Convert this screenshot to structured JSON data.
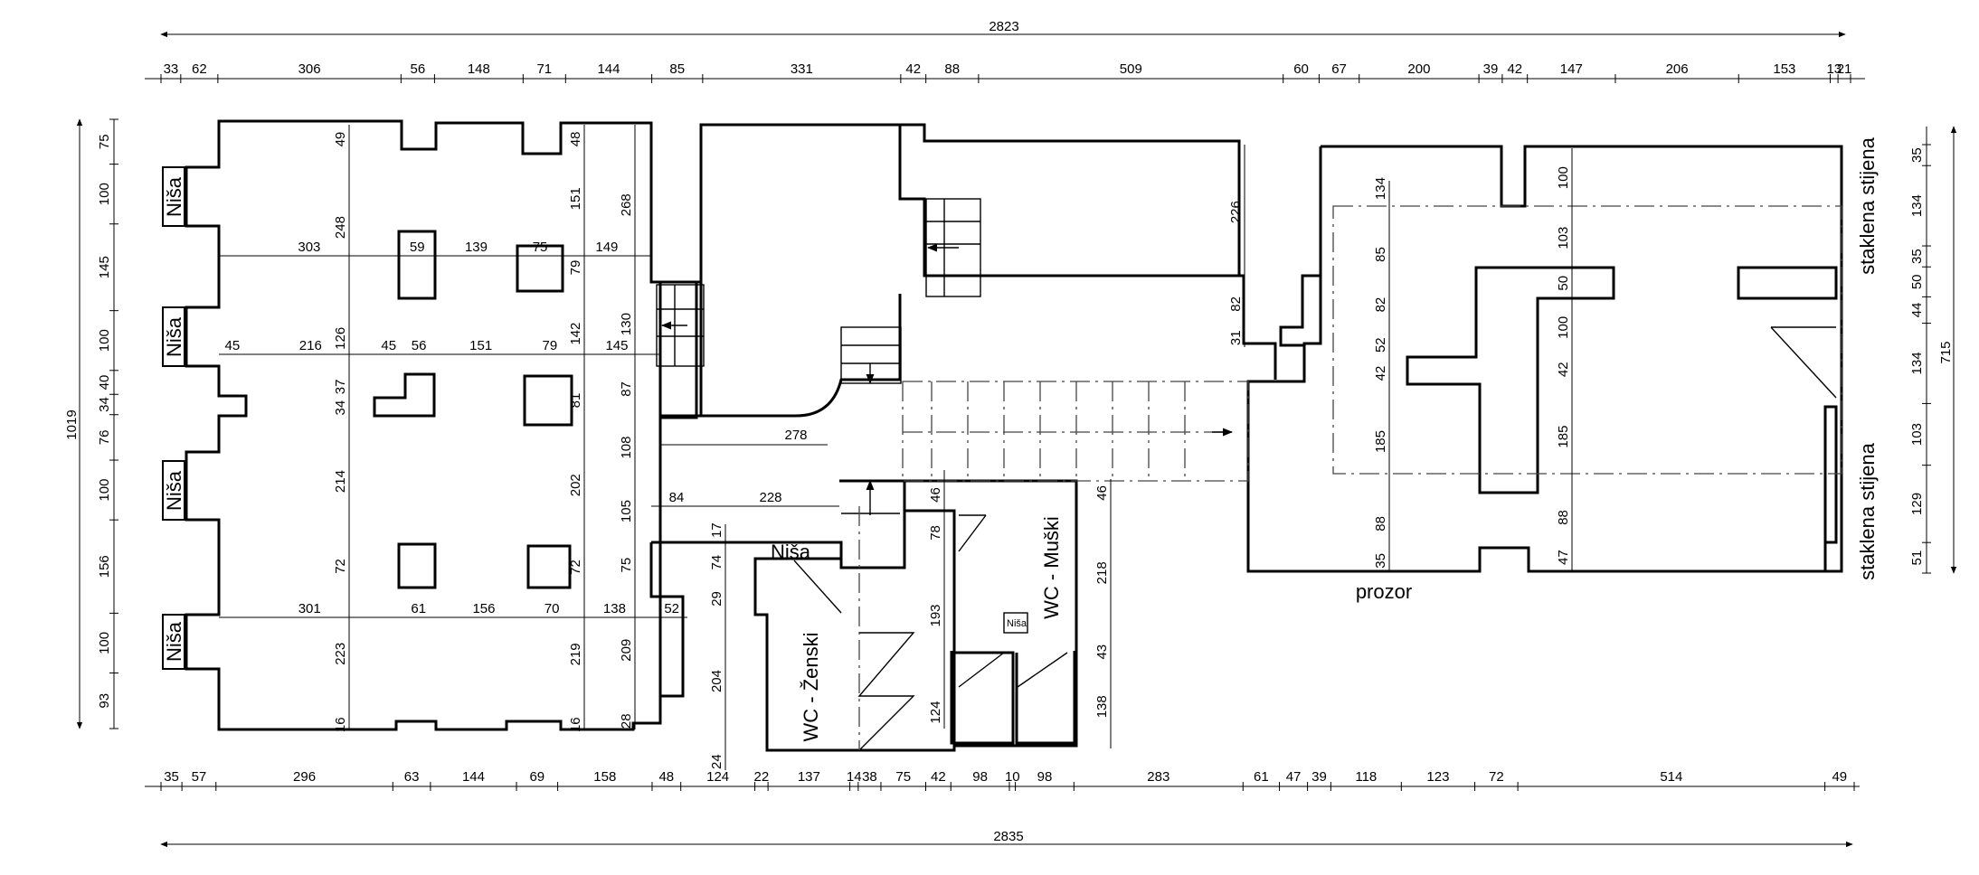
{
  "labels": {
    "nisa": "Niša",
    "wc_zenski": "WC - Ženski",
    "wc_muski": "WC - Muški",
    "prozor": "prozor",
    "staklena_stijena": "staklena stijena"
  },
  "dims": {
    "top_total": "2823",
    "bottom_total": "2835",
    "top_chain": [
      "33",
      "62",
      "306",
      "56",
      "148",
      "71",
      "144",
      "85",
      "331",
      "42",
      "88",
      "509",
      "60",
      "67",
      "200",
      "39",
      "42",
      "147",
      "206",
      "153",
      "13",
      "21"
    ],
    "bottom_chain": [
      "35",
      "57",
      "296",
      "63",
      "144",
      "69",
      "158",
      "48",
      "124",
      "22",
      "137",
      "14",
      "38",
      "75",
      "42",
      "98",
      "10",
      "98",
      "283",
      "61",
      "47",
      "39",
      "118",
      "123",
      "72",
      "514",
      "49"
    ],
    "left_total": "1019",
    "left_chain": [
      "75",
      "100",
      "145",
      "100",
      "40",
      "34",
      "76",
      "100",
      "156",
      "100",
      "93"
    ],
    "right_total": "715",
    "right_chain": [
      "35",
      "134",
      "35",
      "50",
      "44",
      "134",
      "103",
      "129",
      "51"
    ],
    "hall_row1": [
      "303",
      "59",
      "139",
      "75",
      "149"
    ],
    "hall_row2": [
      "45",
      "216",
      "45",
      "56",
      "151",
      "79",
      "145"
    ],
    "hall_row3": [
      "301",
      "61",
      "156",
      "70",
      "138",
      "52"
    ],
    "hall_v1": [
      "49",
      "248",
      "126",
      "37",
      "34",
      "214",
      "72",
      "223",
      "16"
    ],
    "hall_v2": [
      "48",
      "151",
      "79",
      "142",
      "81",
      "202",
      "72",
      "219",
      "16"
    ],
    "hall_v3": [
      "268",
      "130",
      "87",
      "108",
      "105",
      "75",
      "209",
      "28"
    ],
    "stair_width": "278",
    "lower_row": [
      "84",
      "228"
    ],
    "wc_v": [
      "17",
      "74",
      "29",
      "204",
      "24"
    ],
    "wc_v2": [
      "46",
      "78",
      "193",
      "124"
    ],
    "wc_v3": [
      "46",
      "218",
      "43",
      "138"
    ],
    "room_v": [
      "226",
      "82",
      "31"
    ],
    "east_v1": [
      "134",
      "85",
      "82",
      "52",
      "42",
      "185",
      "88",
      "35"
    ],
    "east_v2": [
      "100",
      "103",
      "50",
      "100",
      "42",
      "185",
      "88",
      "47"
    ]
  }
}
